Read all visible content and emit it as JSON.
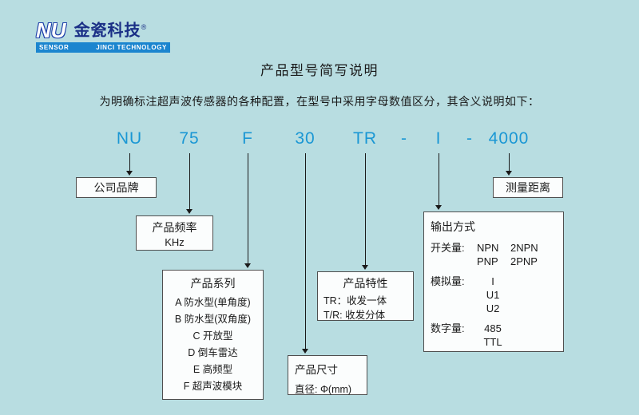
{
  "logo": {
    "nu": "NU",
    "sensor": "SENSOR",
    "cn_name": "金瓷科技",
    "reg": "®",
    "en_name": "JINCI TECHNOLOGY"
  },
  "header": {
    "title": "产品型号简写说明",
    "subtitle": "为明确标注超声波传感器的各种配置，在型号中采用字母数值区分，其含义说明如下："
  },
  "model_code": {
    "parts": [
      "NU",
      "75",
      "F",
      "30",
      "TR",
      "-",
      "I",
      "-",
      "4000"
    ]
  },
  "boxes": {
    "brand": {
      "title": "公司品牌"
    },
    "distance": {
      "title": "测量距离"
    },
    "frequency": {
      "title": "产品频率",
      "unit": "KHz"
    },
    "series": {
      "title": "产品系列",
      "items": [
        "A 防水型(单角度)",
        "B 防水型(双角度)",
        "C 开放型",
        "D 倒车雷达",
        "E 高频型",
        "F 超声波模块"
      ]
    },
    "feature": {
      "title": "产品特性",
      "items": [
        "TR：收发一体",
        "T/R: 收发分体"
      ]
    },
    "size": {
      "title": "产品尺寸",
      "desc": "直径: Φ(mm)"
    },
    "output": {
      "title": "输出方式",
      "switch_label": "开关量:",
      "switch_col1": [
        "NPN",
        "PNP"
      ],
      "switch_col2": [
        "2NPN",
        "2PNP"
      ],
      "analog_label": "模拟量:",
      "analog_values": [
        "I",
        "U1",
        "U2"
      ],
      "digital_label": "数字量:",
      "digital_values": [
        "485",
        "TTL"
      ]
    }
  },
  "colors": {
    "background": "#b8dde1",
    "model_code_blue": "#1a97d4",
    "logo_bar_blue": "#1b85cf",
    "logo_navy": "#1a2f86",
    "box_border": "#4f4f4f",
    "box_background": "#fbfdfd"
  }
}
